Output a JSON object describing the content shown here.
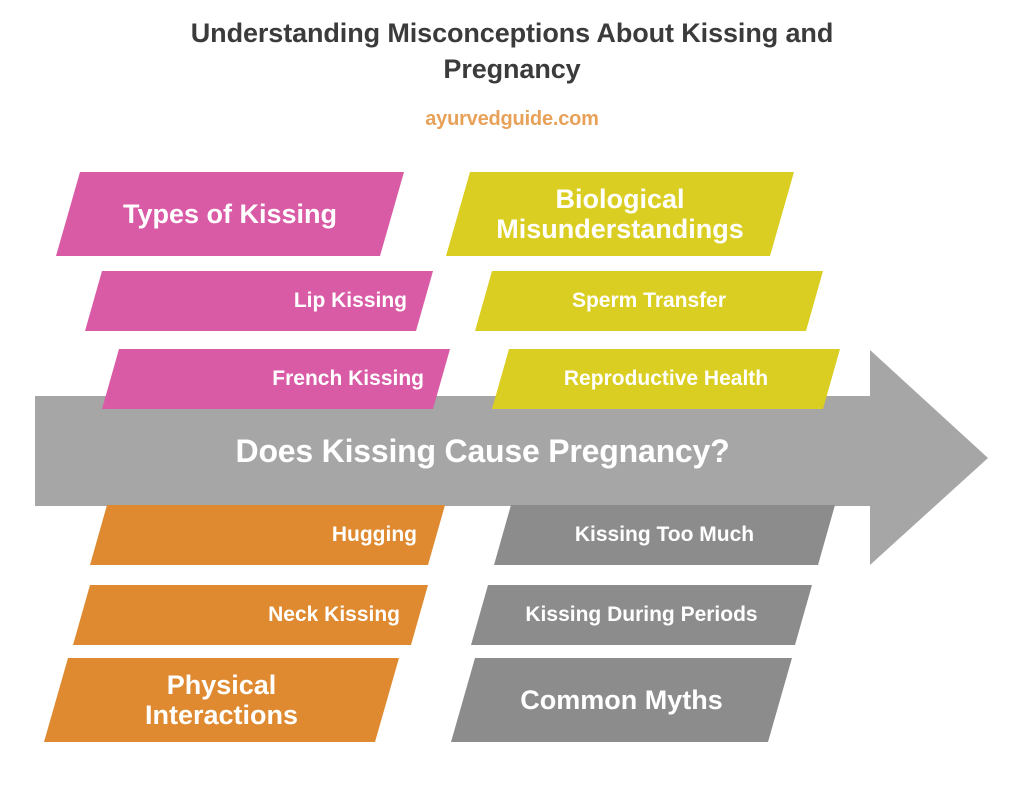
{
  "header": {
    "title": "Understanding Misconceptions About Kissing and Pregnancy",
    "subtitle": "ayurvedguide.com"
  },
  "center": {
    "arrow_label": "Does Kissing Cause Pregnancy?",
    "arrow_icon": "right-arrow-icon"
  },
  "colors": {
    "pink": "#d95ba6",
    "yellow": "#dbce22",
    "orange": "#df8a30",
    "gray": "#a6a6a6",
    "title_text": "#3b3b3b",
    "subtitle_text": "#e8a158",
    "band_text": "#ffffff",
    "background": "#ffffff"
  },
  "groups": [
    {
      "id": "types-of-kissing",
      "color_name": "pink",
      "position": "top-left",
      "heading": "Types of Kissing",
      "items": [
        "Lip Kissing",
        "French Kissing"
      ]
    },
    {
      "id": "biological-misunderstandings",
      "color_name": "yellow",
      "position": "top-right",
      "heading": "Biological Misunderstandings",
      "items": [
        "Sperm Transfer",
        "Reproductive Health"
      ]
    },
    {
      "id": "physical-interactions",
      "color_name": "orange",
      "position": "bottom-left",
      "heading": "Physical Interactions",
      "items": [
        "Hugging",
        "Neck Kissing"
      ]
    },
    {
      "id": "common-myths",
      "color_name": "gray",
      "position": "bottom-right",
      "heading": "Common Myths",
      "items": [
        "Kissing Too Much",
        "Kissing During Periods"
      ]
    }
  ],
  "bands": {
    "pink_head": "Types of Kissing",
    "pink_1": "Lip Kissing",
    "pink_2": "French Kissing",
    "yellow_head_line1": "Biological",
    "yellow_head_line2": "Misunderstandings",
    "yellow_1": "Sperm Transfer",
    "yellow_2": "Reproductive Health",
    "orange_1": "Hugging",
    "orange_2": "Neck Kissing",
    "orange_head_line1": "Physical",
    "orange_head_line2": "Interactions",
    "gray_1": "Kissing Too Much",
    "gray_2": "Kissing During Periods",
    "gray_head": "Common Myths"
  }
}
